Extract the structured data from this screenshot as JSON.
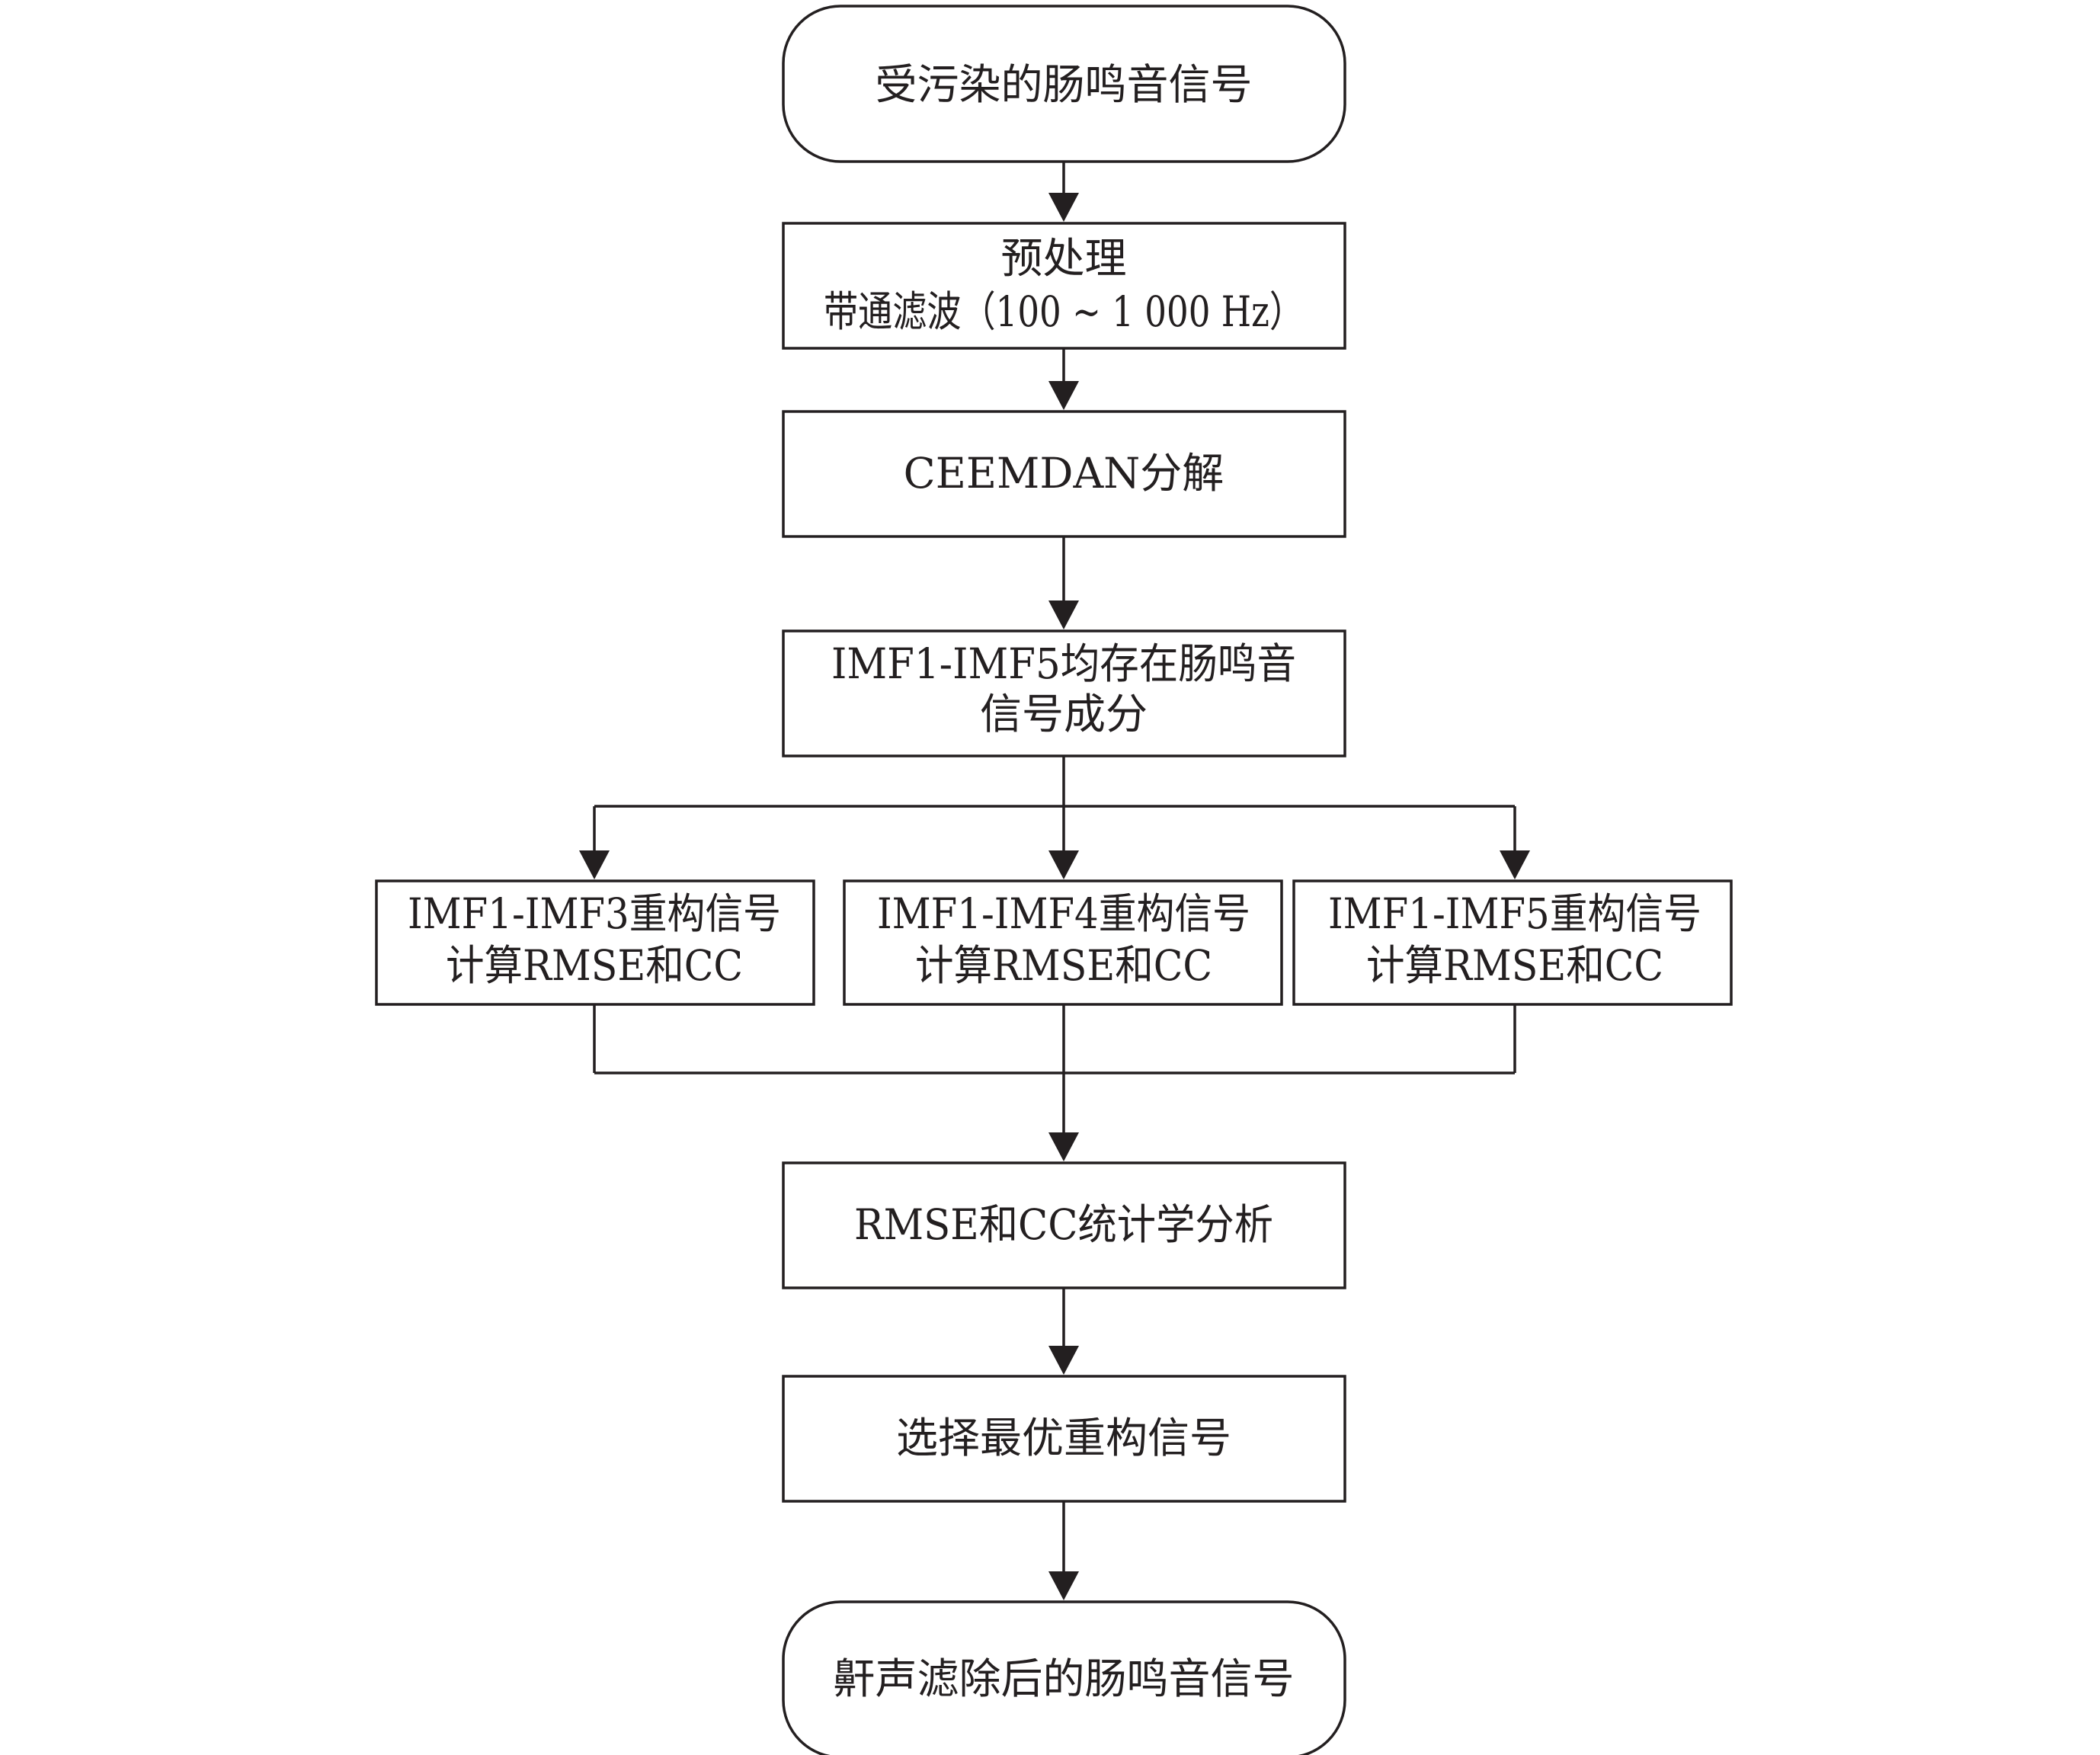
{
  "flowchart": {
    "start": "受污染的肠鸣音信号",
    "preprocess": [
      "预处理",
      "带通滤波（100 ~ 1 000 Hz）"
    ],
    "decompose": "CEEMDAN分解",
    "imf_all": [
      "IMF1-IMF5均存在肠鸣音",
      "信号成分"
    ],
    "branch_imf3": [
      "IMF1-IMF3重构信号",
      "计算RMSE和CC"
    ],
    "branch_imf4": [
      "IMF1-IMF4重构信号",
      "计算RMSE和CC"
    ],
    "branch_imf5": [
      "IMF1-IMF5重构信号",
      "计算RMSE和CC"
    ],
    "stats": "RMSE和CC统计学分析",
    "select": "选择最优重构信号",
    "end": "鼾声滤除后的肠鸣音信号"
  },
  "colors": {
    "stroke": "#231f20",
    "background": "#ffffff"
  }
}
